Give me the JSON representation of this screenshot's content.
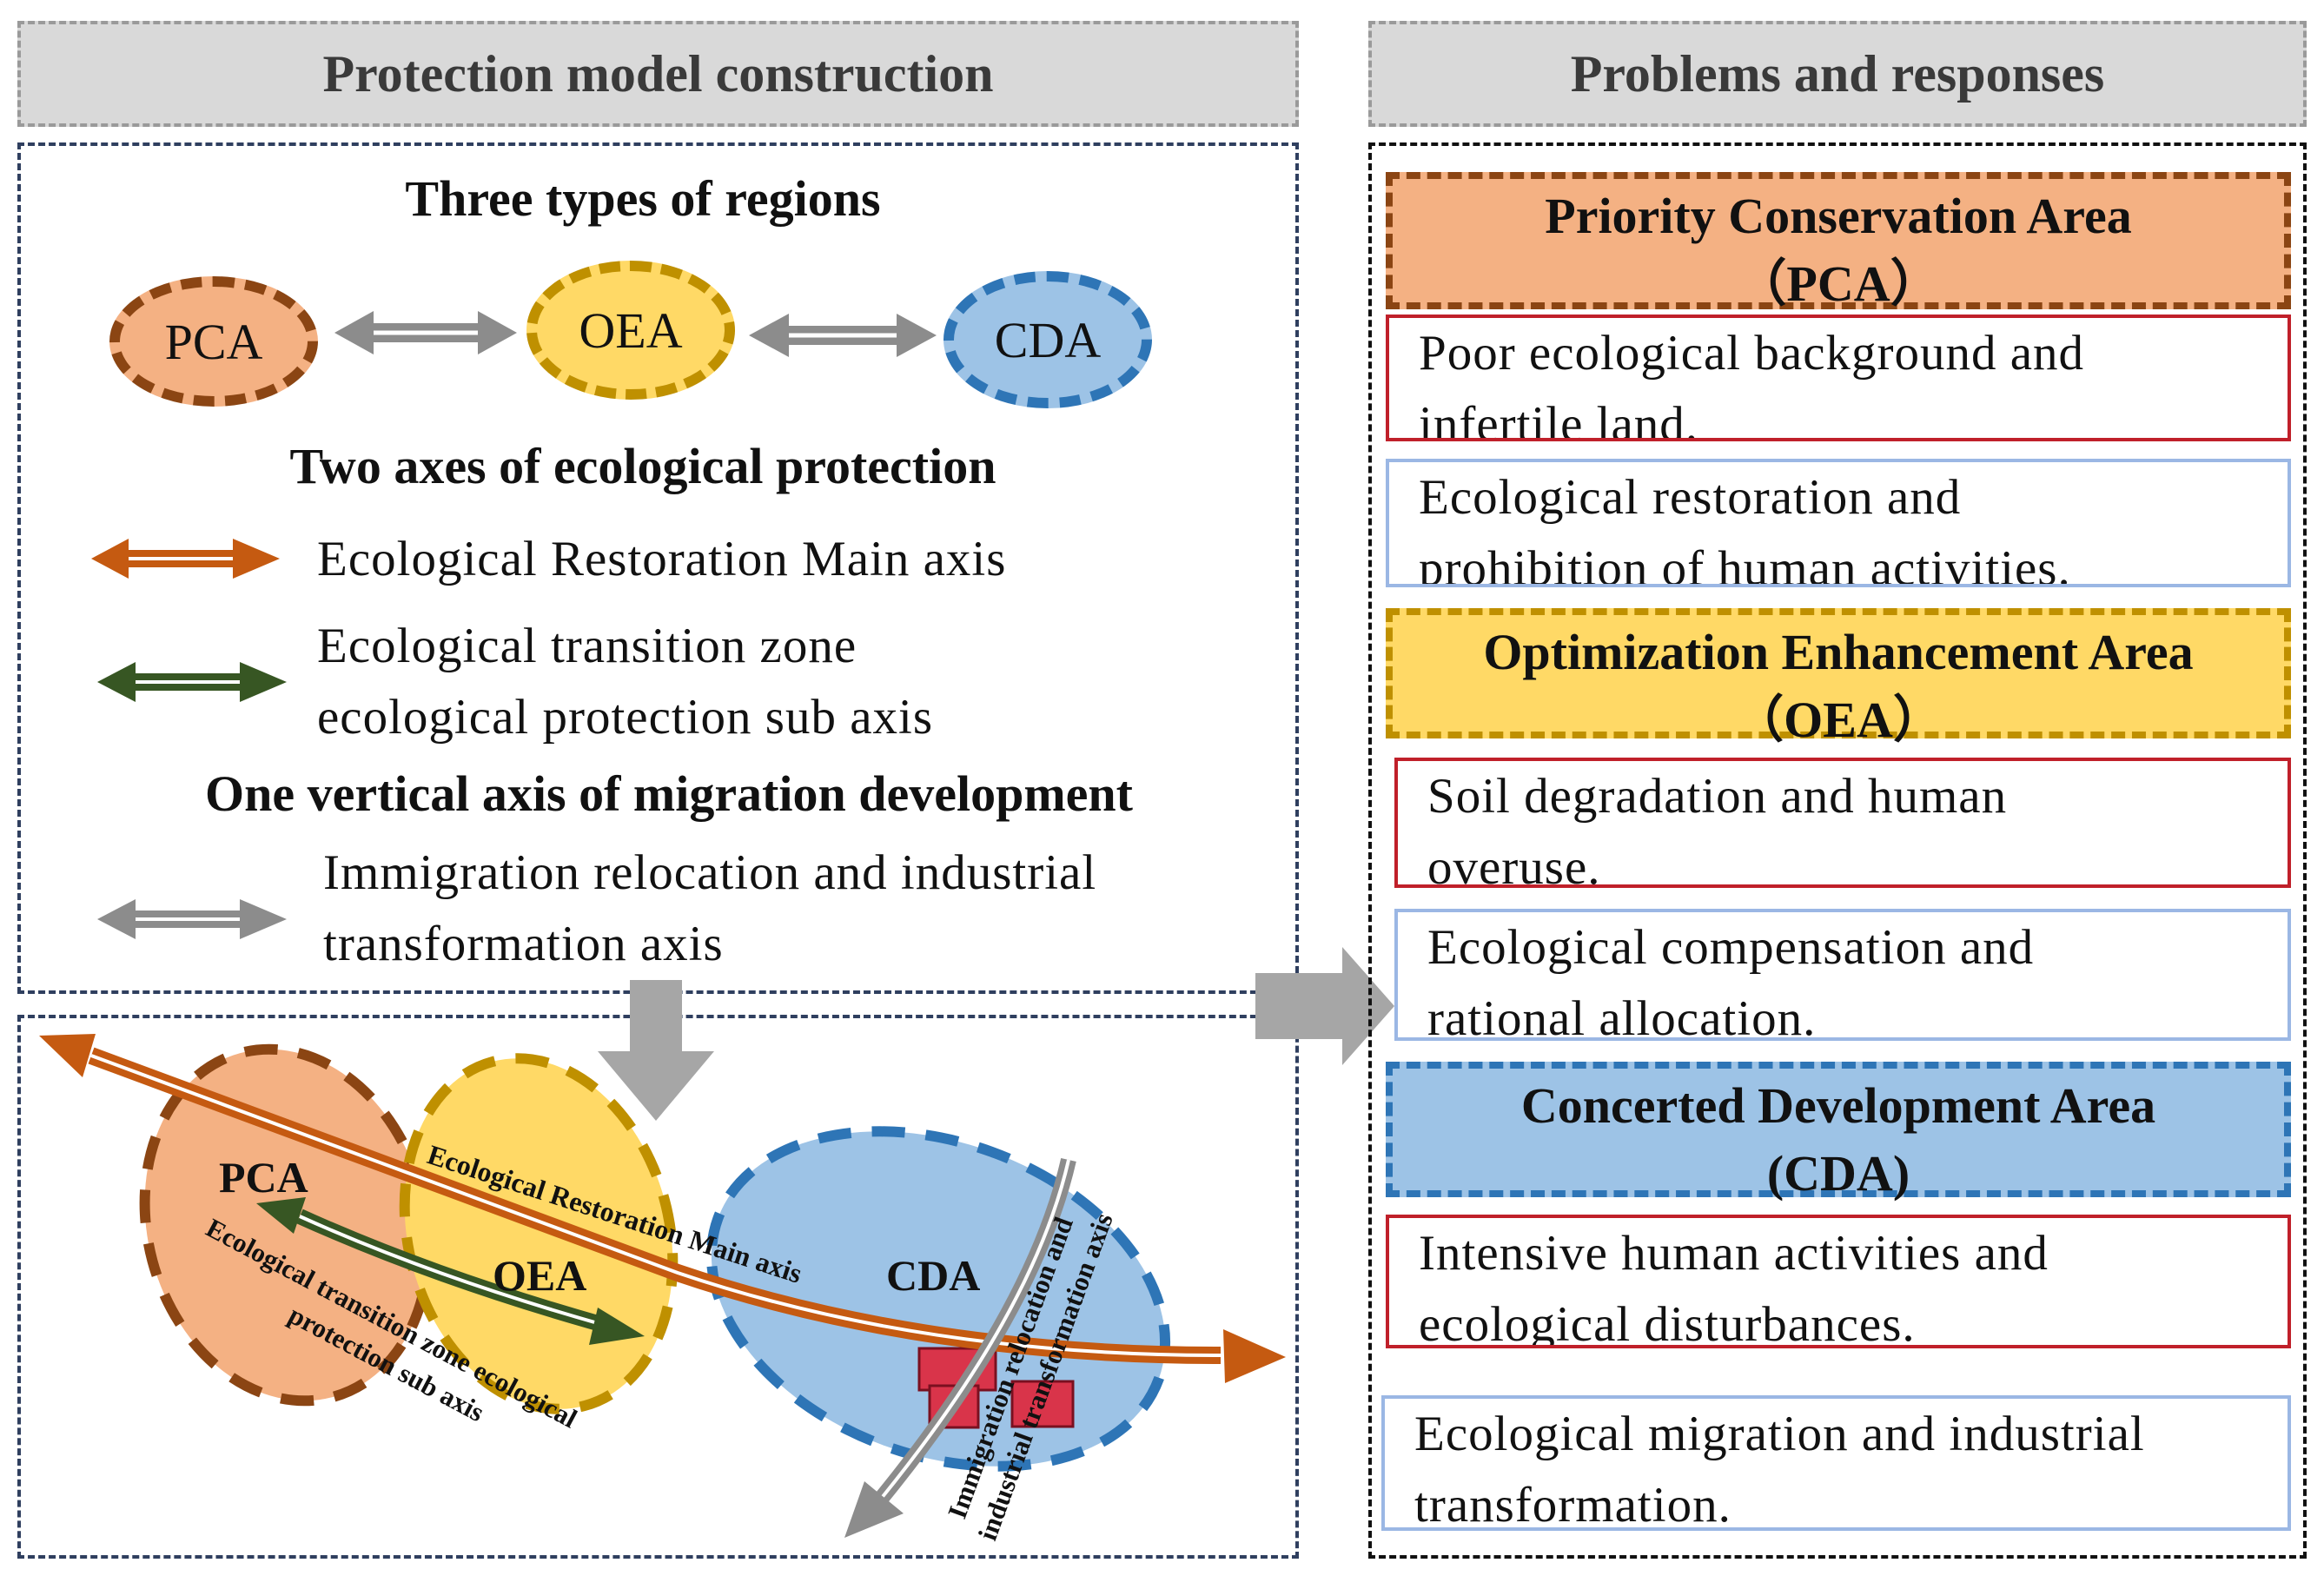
{
  "left_title": "Protection model construction",
  "right_title": "Problems and responses",
  "regions_heading": "Three types of regions",
  "regions": [
    "PCA",
    "OEA",
    "CDA"
  ],
  "axes_heading": "Two axes of ecological protection",
  "axis_main": {
    "line1": "Ecological  Restoration  Main  axis"
  },
  "axis_sub": {
    "line1": "Ecological  transition  zone",
    "line2": "ecological  protection  sub  axis"
  },
  "vertical_heading": "One vertical axis of migration development",
  "axis_migration": {
    "line1": "Immigration  relocation  and  industrial",
    "line2": "transformation  axis"
  },
  "map": {
    "pca": "PCA",
    "oea": "OEA",
    "cda": "CDA",
    "main_axis_label": "Ecological Restoration Main axis",
    "sub_axis_line1": "Ecological transition zone ecological",
    "sub_axis_line2": "protection sub axis",
    "migration_line1": "Immigration relocation and",
    "migration_line2": "industrial transformation axis"
  },
  "areas": [
    {
      "title": "Priority Conservation Area",
      "abbr": "（PCA）",
      "problem": [
        "Poor  ecological  background  and",
        "infertile  land."
      ],
      "response": [
        "Ecological  restoration  and",
        "prohibition  of human  activities."
      ]
    },
    {
      "title": "Optimization Enhancement Area",
      "abbr": "（OEA）",
      "problem": [
        "Soil  degradation  and  human",
        "overuse."
      ],
      "response": [
        "Ecological  compensation  and",
        "rational  allocation."
      ]
    },
    {
      "title": "Concerted Development Area",
      "abbr": "(CDA)",
      "problem": [
        "Intensive  human  activities  and",
        "ecological  disturbances."
      ],
      "response": [
        "Ecological  migration  and  industrial",
        "transformation."
      ]
    }
  ],
  "colors": {
    "pca_fill": "#f4b183",
    "pca_border": "#8b4513",
    "oea_fill": "#ffd966",
    "oea_border": "#bf9000",
    "cda_fill": "#9dc3e6",
    "cda_border": "#2e75b6",
    "main_axis": "#c55a11",
    "sub_axis": "#375623",
    "migration_axis": "#8c8c8c",
    "problem_border": "#c0202a",
    "response_border": "#9bb7e4"
  }
}
